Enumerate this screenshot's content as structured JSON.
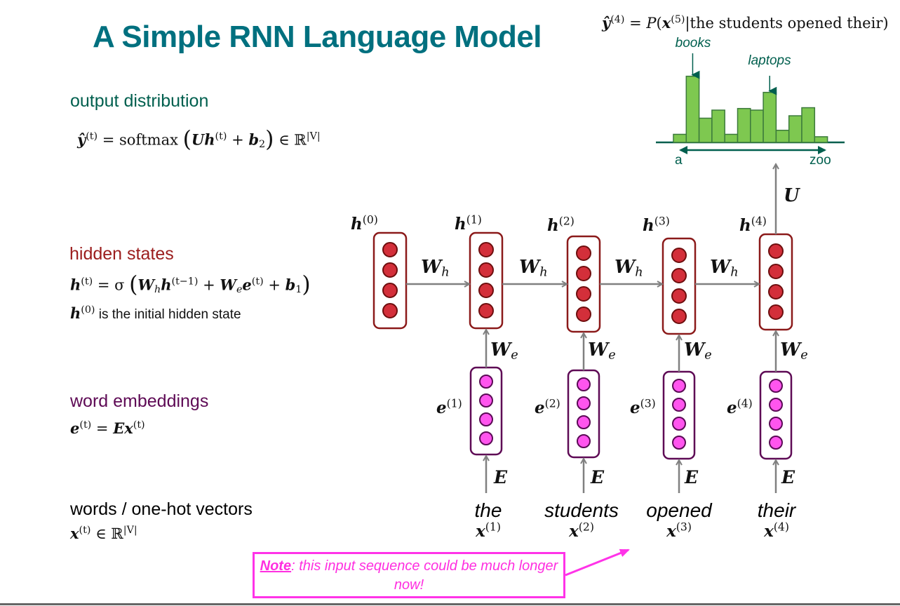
{
  "slide": {
    "title": "A Simple RNN Language Model"
  },
  "sections": {
    "output": {
      "heading": "output distribution",
      "heading_color": "#005f4e",
      "formula_lhs": "ŷ",
      "formula_sup": "(t)",
      "formula_eq": " = softmax ",
      "formula_U": "U",
      "formula_h": "h",
      "formula_h_sup": "(t)",
      "formula_plus": " + ",
      "formula_b": "b",
      "formula_b_sub": "2",
      "formula_in": " ∈ ℝ",
      "formula_in_sup": "|V|"
    },
    "hidden": {
      "heading": "hidden states",
      "heading_color": "#9b1c1c",
      "formula_h": "h",
      "formula_h_sup": "(t)",
      "formula_eq": " = σ ",
      "formula_W": "W",
      "formula_W_sub": "h",
      "formula_h2": "h",
      "formula_h2_sup": "(t−1)",
      "formula_plus1": " + ",
      "formula_We": "W",
      "formula_We_sub": "e",
      "formula_e": "e",
      "formula_e_sup": "(t)",
      "formula_plus2": " + ",
      "formula_b": "b",
      "formula_b_sub": "1",
      "note_h": "h",
      "note_sup": "(0)",
      "note_text": " is the initial hidden state"
    },
    "embeddings": {
      "heading": "word embeddings",
      "heading_color": "#5e0a55",
      "formula_e": "e",
      "formula_e_sup": "(t)",
      "formula_eq": " = ",
      "formula_E": "E",
      "formula_x": "x",
      "formula_x_sup": "(t)"
    },
    "words": {
      "heading": "words / one-hot vectors",
      "heading_color": "#000000",
      "formula_x": "x",
      "formula_x_sup": "(t)",
      "formula_in": " ∈ ℝ",
      "formula_in_sup": "|V|"
    }
  },
  "distribution": {
    "formula_y": "ŷ",
    "formula_y_sup": "(4)",
    "formula_eq": " = ",
    "formula_P": "P",
    "formula_open": "(",
    "formula_x": "x",
    "formula_x_sup": "(5)",
    "formula_cond": "|the students opened their)",
    "peak_label_1": "books",
    "peak_label_2": "laptops",
    "axis_start": "a",
    "axis_end": "zoo",
    "bar_color": "#7ec850",
    "bar_stroke": "#3c7a3c",
    "axis_color": "#005f4e",
    "relative_probabilities": [
      0.1,
      0.82,
      0.3,
      0.4,
      0.1,
      0.42,
      0.4,
      0.62,
      0.15,
      0.33,
      0.43,
      0.07
    ],
    "peak_indices": [
      1,
      7
    ]
  },
  "diagram": {
    "hidden_color": "#d32f3a",
    "hidden_border": "#8b1a1a",
    "embed_color": "#ff55ee",
    "embed_border": "#5e0a55",
    "arrow_color": "#808080",
    "hidden_labels": [
      {
        "v": "h",
        "sup": "(0)"
      },
      {
        "v": "h",
        "sup": "(1)"
      },
      {
        "v": "h",
        "sup": "(2)"
      },
      {
        "v": "h",
        "sup": "(3)"
      },
      {
        "v": "h",
        "sup": "(4)"
      }
    ],
    "Wh_label": {
      "v": "W",
      "sub": "h"
    },
    "We_label": {
      "v": "W",
      "sub": "e"
    },
    "E_label": "E",
    "U_label": "U",
    "embed_labels": [
      {
        "v": "e",
        "sup": "(1)"
      },
      {
        "v": "e",
        "sup": "(2)"
      },
      {
        "v": "e",
        "sup": "(3)"
      },
      {
        "v": "e",
        "sup": "(4)"
      }
    ],
    "words": [
      "the",
      "students",
      "opened",
      "their"
    ],
    "x_labels": [
      {
        "v": "x",
        "sup": "(1)"
      },
      {
        "v": "x",
        "sup": "(2)"
      },
      {
        "v": "x",
        "sup": "(3)"
      },
      {
        "v": "x",
        "sup": "(4)"
      }
    ],
    "units_per_vector": 4
  },
  "note": {
    "strong": "Note",
    "text": ": this input sequence could be much longer now!",
    "color": "#ff2fe0"
  }
}
